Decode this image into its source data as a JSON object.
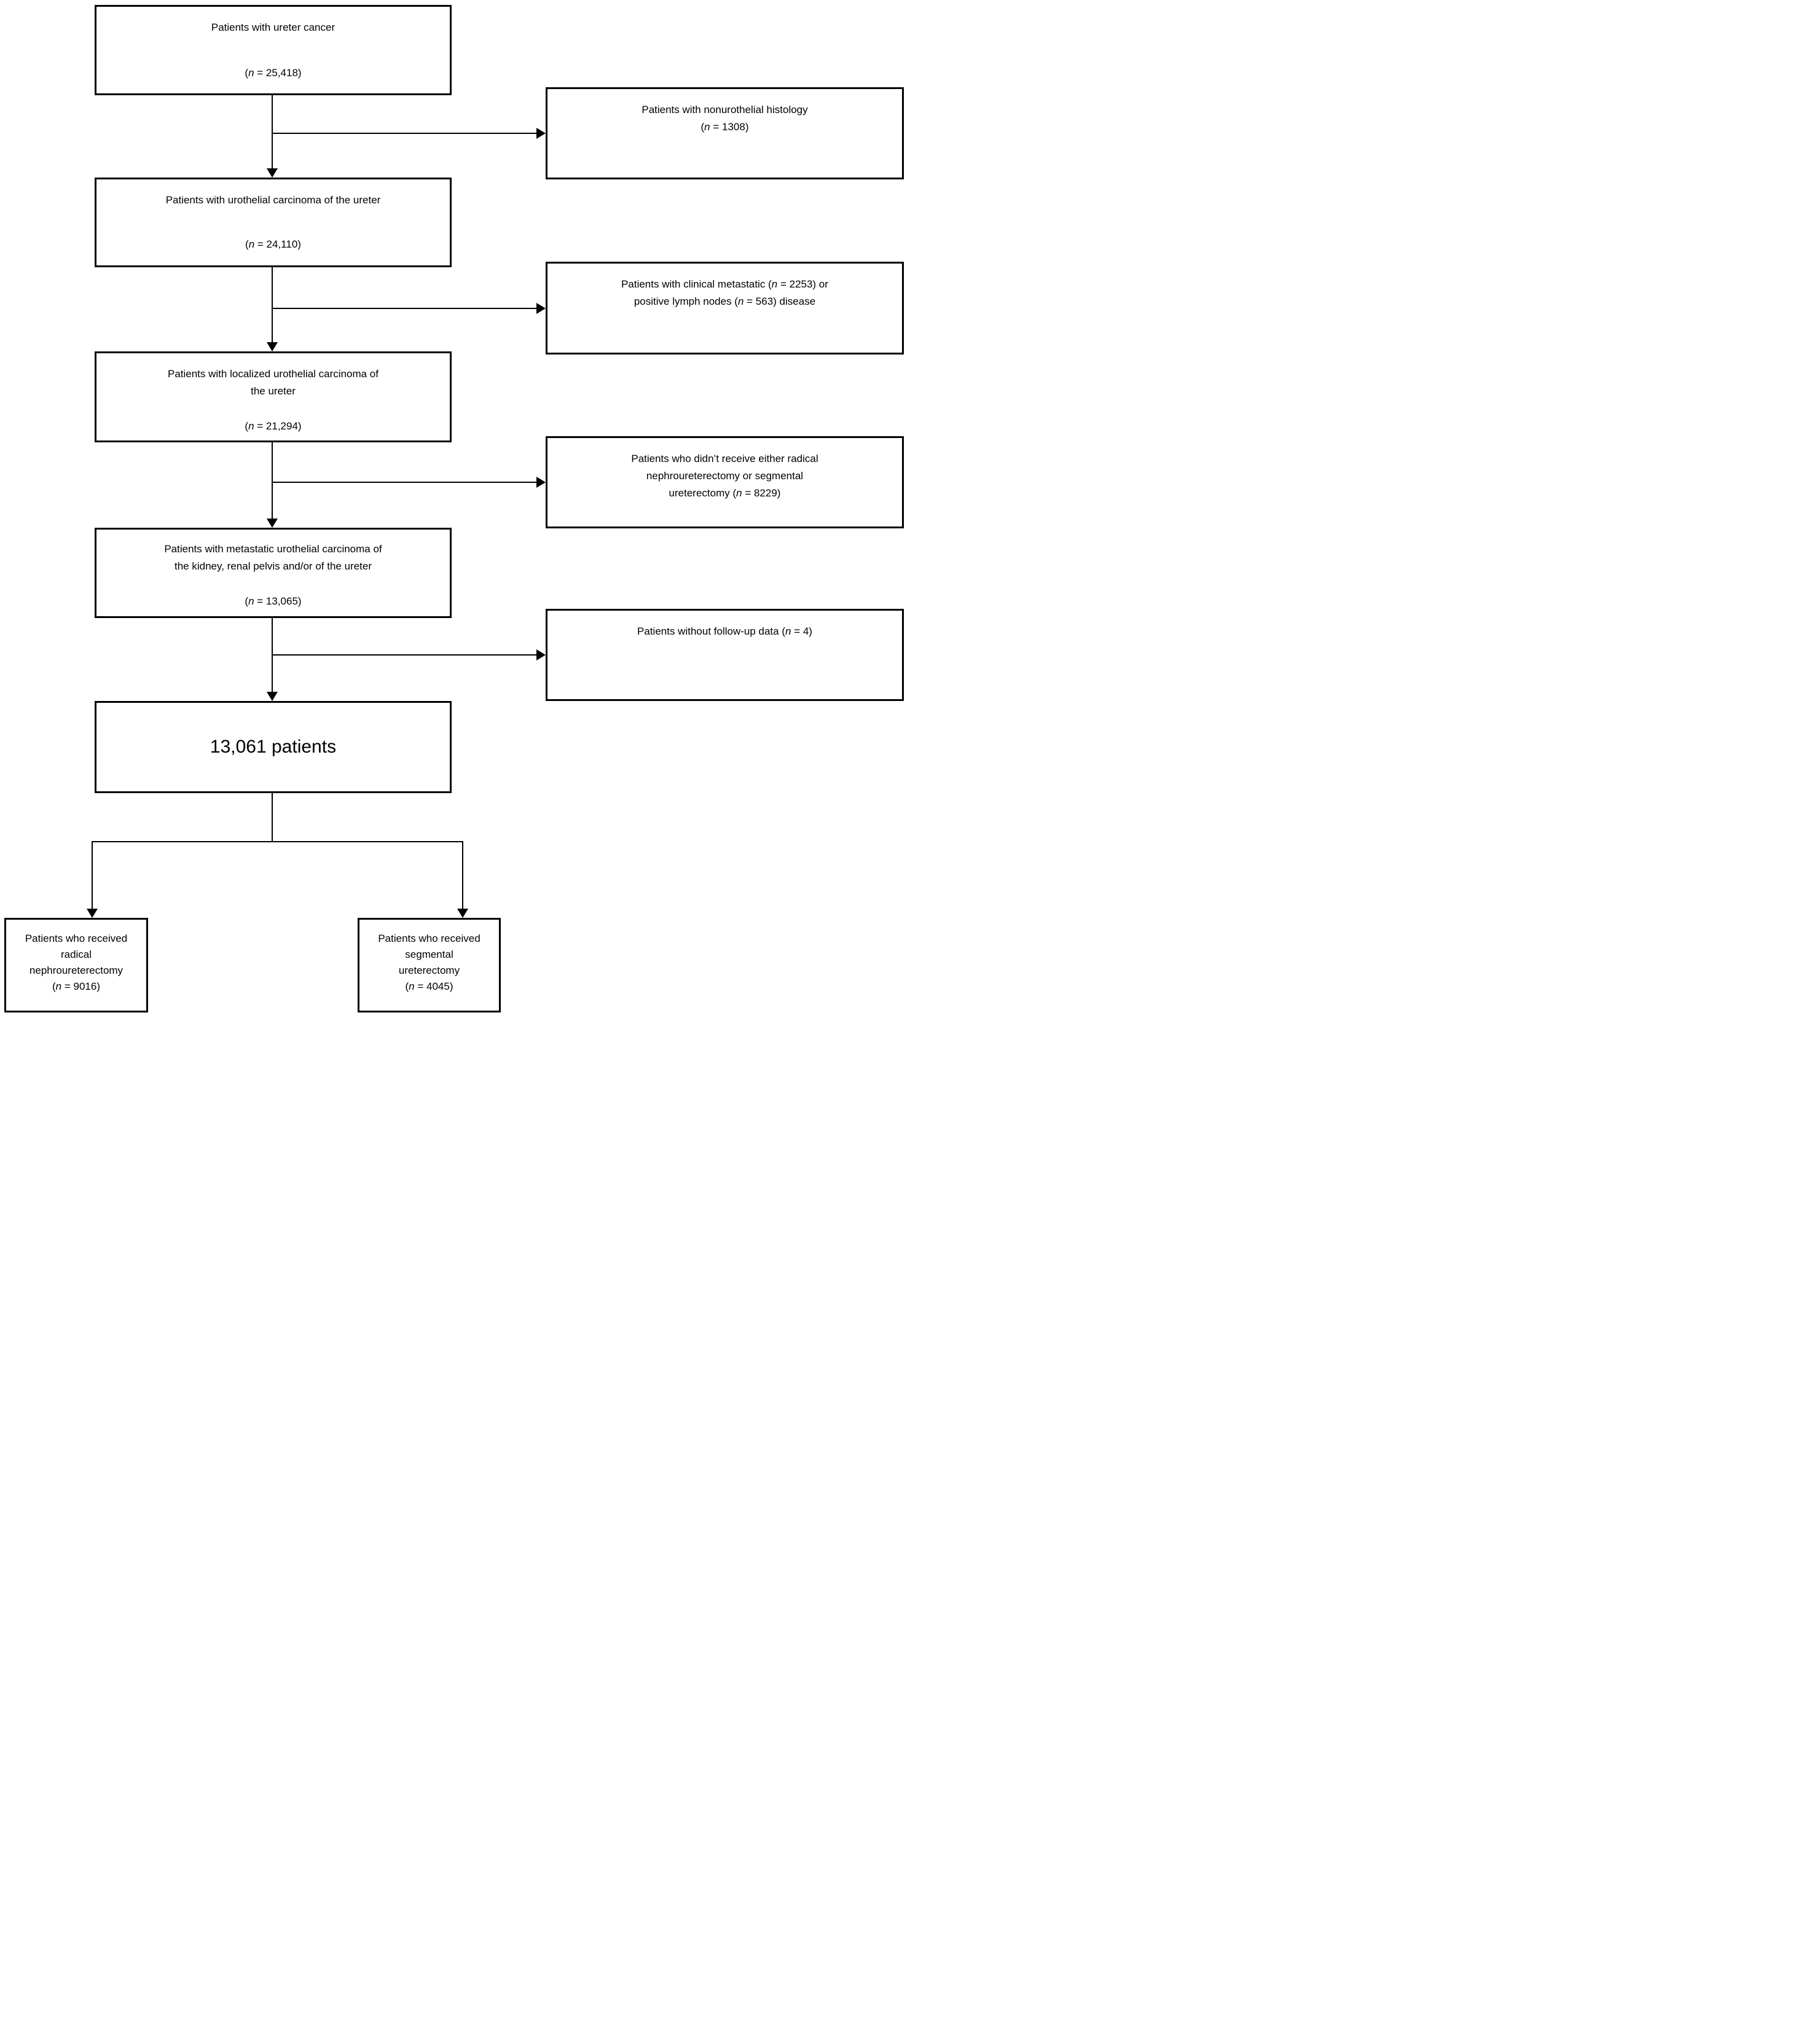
{
  "colors": {
    "background": "#ffffff",
    "line": "#000000",
    "text": "#000000"
  },
  "boxes": {
    "b1": {
      "lines": [
        "Patients with ureter cancer"
      ],
      "count": "(n = 25,418)"
    },
    "r1": {
      "lines": [
        "Patients with nonurothelial histology",
        "(n = 1308)"
      ]
    },
    "b2": {
      "lines": [
        "Patients with urothelial carcinoma of the ureter"
      ],
      "count": "(n = 24,110)"
    },
    "r2": {
      "lines": [
        "Patients with clinical metastatic (n = 2253) or",
        "positive lymph nodes (n = 563) disease"
      ]
    },
    "b3": {
      "lines": [
        "Patients with localized urothelial carcinoma of",
        "the ureter"
      ],
      "count": "(n = 21,294)"
    },
    "r3": {
      "lines": [
        "Patients who didn’t receive either radical",
        "nephroureterectomy or segmental",
        "ureterectomy (n = 8229)"
      ]
    },
    "b4": {
      "lines": [
        "Patients with metastatic urothelial carcinoma of",
        "the kidney, renal pelvis and/or of the ureter"
      ],
      "count": "(n = 13,065)"
    },
    "r4": {
      "lines": [
        "Patients without follow-up data (n = 4)"
      ]
    },
    "b5": {
      "lines": [
        "13,061 patients"
      ]
    },
    "o1": {
      "lines": [
        "Patients who received",
        "radical",
        "nephroureterectomy",
        "(n = 9016)"
      ]
    },
    "o2": {
      "lines": [
        "Patients who received",
        "segmental",
        "ureterectomy",
        "(n = 4045)"
      ]
    }
  }
}
